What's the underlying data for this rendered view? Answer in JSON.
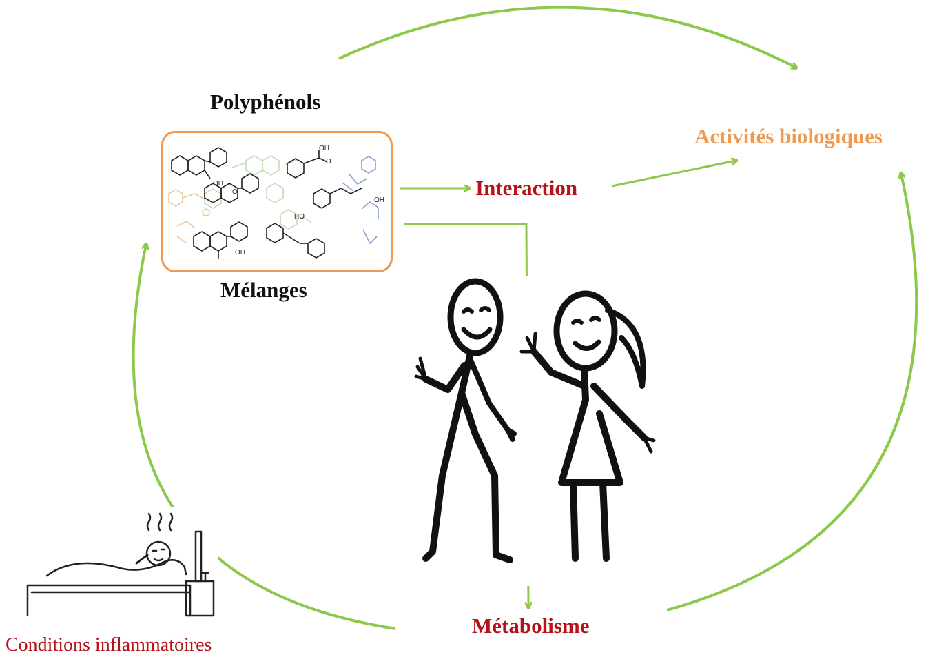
{
  "labels": {
    "polyphenols": "Polyphénols",
    "melanges": "Mélanges",
    "activites": "Activités biologiques",
    "interaction": "Interaction",
    "metabolisme": "Métabolisme",
    "conditions": "Conditions  inflammatoires"
  },
  "molecule_labels": {
    "oh1": "OH",
    "oh2": "OH",
    "oh3": "OH",
    "oh4": "OH",
    "ho": "HO",
    "o1": "O",
    "o2": "O"
  },
  "colors": {
    "arrow": "#8cc84b",
    "box_border": "#ee9a52",
    "activites": "#ee9a52",
    "red_label": "#b5121b",
    "black": "#111111"
  },
  "icons": [
    "molecule-structures-image",
    "stick-man-icon",
    "stick-woman-icon",
    "sick-person-in-bed-icon"
  ]
}
